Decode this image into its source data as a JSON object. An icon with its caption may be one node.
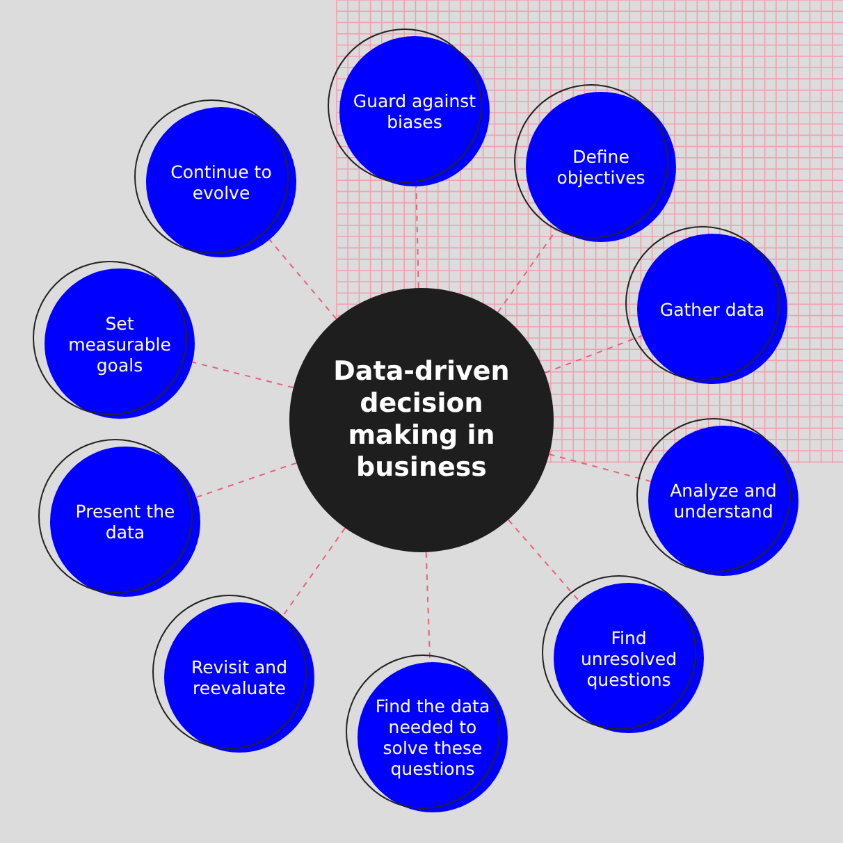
{
  "diagram": {
    "nodes": [
      {
        "text": [
          "Data-driven decision making in business"
        ]
      },
      {
        "text": [
          "Guard against biases"
        ]
      },
      {
        "text": [
          "Define objectives"
        ]
      },
      {
        "text": [
          "Gather data"
        ]
      },
      {
        "text": [
          "Analyze and understand"
        ]
      },
      {
        "text": [
          "Find unresolved questions"
        ]
      },
      {
        "text": [
          "Find the data needed to solve these questions"
        ]
      },
      {
        "text": [
          "Revisit and reevaluate"
        ]
      },
      {
        "text": [
          "Present the data"
        ]
      },
      {
        "text": [
          "Set measurable goals"
        ]
      },
      {
        "text": [
          "Continue to evolve"
        ]
      }
    ],
    "edges": [
      {
        "from": 0,
        "to": 1,
        "arrow": "none",
        "style": "dashed"
      },
      {
        "from": 0,
        "to": 2,
        "arrow": "none",
        "style": "dashed"
      },
      {
        "from": 0,
        "to": 3,
        "arrow": "none",
        "style": "dashed"
      },
      {
        "from": 0,
        "to": 4,
        "arrow": "none",
        "style": "dashed"
      },
      {
        "from": 0,
        "to": 5,
        "arrow": "none",
        "style": "dashed"
      },
      {
        "from": 0,
        "to": 6,
        "arrow": "none",
        "style": "dashed"
      },
      {
        "from": 0,
        "to": 7,
        "arrow": "none",
        "style": "dashed"
      },
      {
        "from": 0,
        "to": 8,
        "arrow": "none",
        "style": "dashed"
      },
      {
        "from": 0,
        "to": 9,
        "arrow": "none",
        "style": "dashed"
      },
      {
        "from": 0,
        "to": 10,
        "arrow": "none",
        "style": "dashed"
      }
    ]
  }
}
